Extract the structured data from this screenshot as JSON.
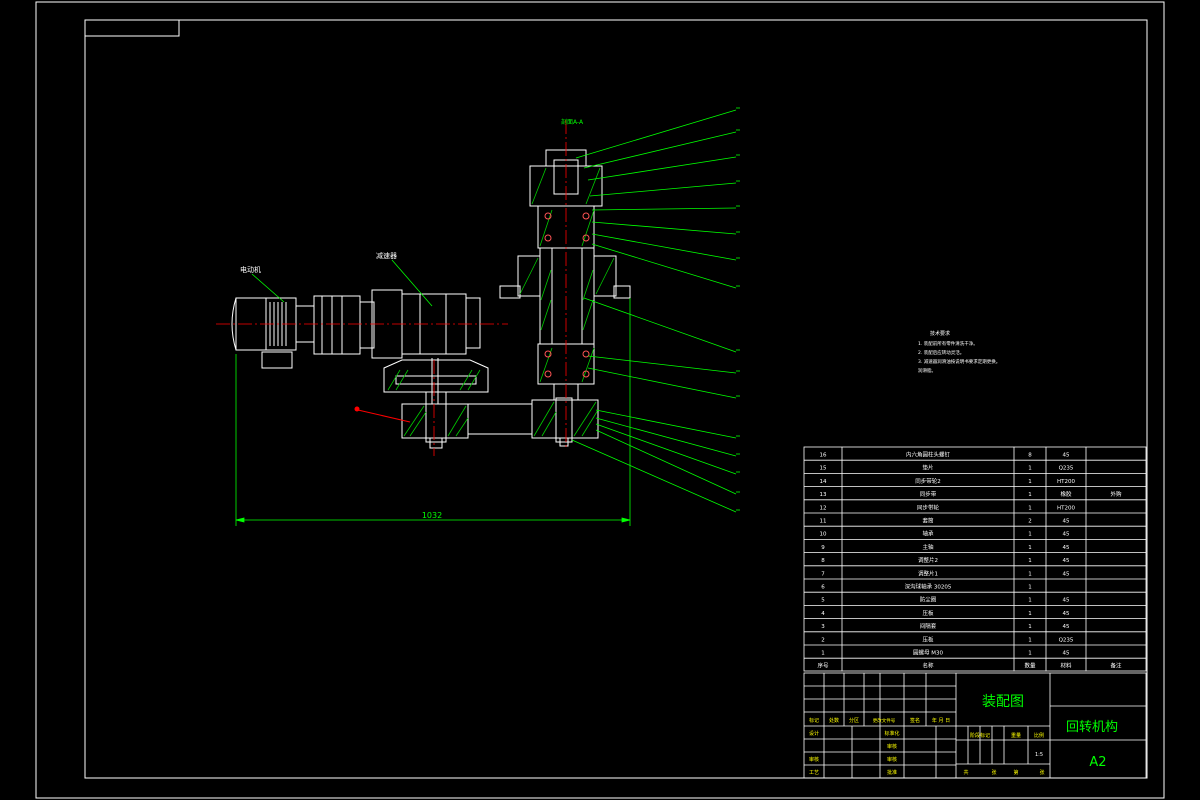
{
  "colors": {
    "background": "#000000",
    "frame": "#ffffff",
    "leader": "#00ff00",
    "centerline": "#ff0000",
    "hatch": "#00cc00",
    "title_text": "#00ff00",
    "part_text": "#ffff00"
  },
  "labels": {
    "section": "剖面A-A",
    "motor": "电动机",
    "reducer": "减速器",
    "dimension": "1032"
  },
  "technical_requirements": {
    "title": "技术要求",
    "items": [
      "1. 装配前所有零件清洗干净。",
      "2. 装配后应转动灵活。",
      "3. 减速器润滑油按说明书要求定期更换。",
      "润滑脂。"
    ]
  },
  "parts_list": {
    "headers": [
      "序号",
      "名称",
      "数量",
      "材料",
      "备注"
    ],
    "rows": [
      {
        "no": "16",
        "name": "内六角圆柱头螺钉",
        "qty": "8",
        "material": "45",
        "note": ""
      },
      {
        "no": "15",
        "name": "垫片",
        "qty": "1",
        "material": "Q235",
        "note": ""
      },
      {
        "no": "14",
        "name": "同步带轮2",
        "qty": "1",
        "material": "HT200",
        "note": ""
      },
      {
        "no": "13",
        "name": "同步带",
        "qty": "1",
        "material": "橡胶",
        "note": "外购"
      },
      {
        "no": "12",
        "name": "同步带轮",
        "qty": "1",
        "material": "HT200",
        "note": ""
      },
      {
        "no": "11",
        "name": "套筒",
        "qty": "2",
        "material": "45",
        "note": ""
      },
      {
        "no": "10",
        "name": "轴承",
        "qty": "1",
        "material": "45",
        "note": ""
      },
      {
        "no": "9",
        "name": "主轴",
        "qty": "1",
        "material": "45",
        "note": ""
      },
      {
        "no": "8",
        "name": "调整片2",
        "qty": "1",
        "material": "45",
        "note": ""
      },
      {
        "no": "7",
        "name": "调整片1",
        "qty": "1",
        "material": "45",
        "note": ""
      },
      {
        "no": "6",
        "name": "深沟球轴承 30205",
        "qty": "1",
        "material": "",
        "note": ""
      },
      {
        "no": "5",
        "name": "防尘圈",
        "qty": "1",
        "material": "45",
        "note": ""
      },
      {
        "no": "4",
        "name": "压板",
        "qty": "1",
        "material": "45",
        "note": ""
      },
      {
        "no": "3",
        "name": "间隔套",
        "qty": "1",
        "material": "45",
        "note": ""
      },
      {
        "no": "2",
        "name": "压板",
        "qty": "1",
        "material": "Q235",
        "note": ""
      },
      {
        "no": "1",
        "name": "圆螺母 M30",
        "qty": "1",
        "material": "45",
        "note": ""
      }
    ]
  },
  "title_block": {
    "drawing_title": "装配图",
    "mechanism": "回转机构",
    "sheet_size": "A2",
    "scale": "1:5",
    "marks_row": [
      "标记",
      "处数",
      "分区",
      "更改文件号",
      "签名",
      "年 月 日"
    ],
    "stage_row": [
      "阶段标记",
      "重量",
      "比例"
    ],
    "sign_rows": [
      [
        "设计",
        "标准化"
      ],
      [
        "",
        "审核"
      ],
      [
        "审核",
        "审核"
      ],
      [
        "工艺",
        "批准"
      ]
    ],
    "sheet_row": [
      "共",
      "张",
      "第",
      "张"
    ]
  }
}
